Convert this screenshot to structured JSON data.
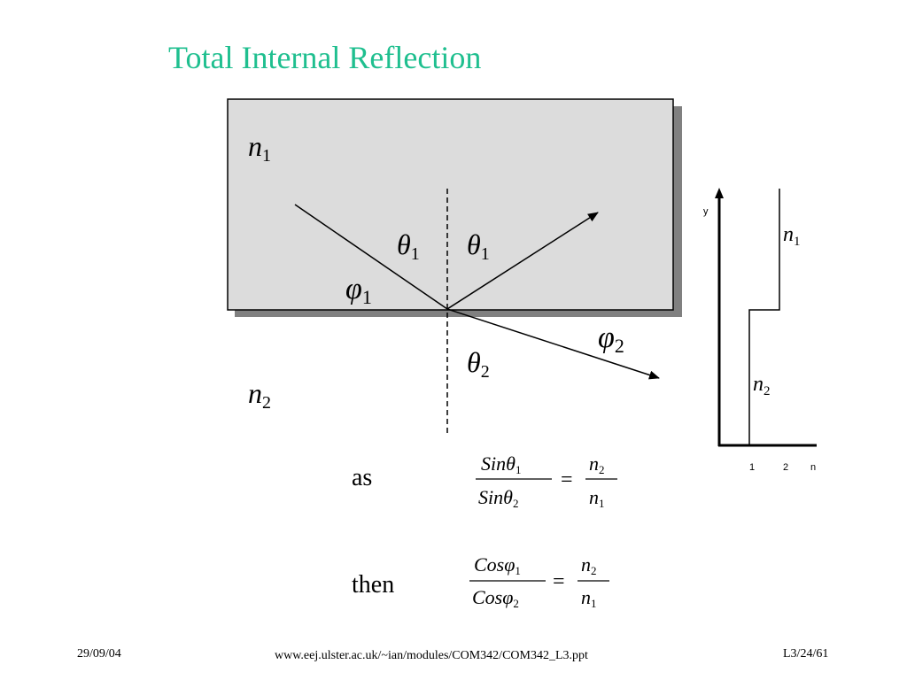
{
  "slide": {
    "title": "Total Internal Reflection"
  },
  "diagram": {
    "medium_upper": {
      "sym": "n",
      "sub": "1"
    },
    "medium_lower": {
      "sym": "n",
      "sub": "2"
    },
    "angles": {
      "theta1": {
        "sym": "θ",
        "sub": "1"
      },
      "phi1": {
        "sym": "φ",
        "sub": "1"
      },
      "phi2": {
        "sym": "φ",
        "sub": "2"
      },
      "theta2": {
        "sym": "θ",
        "sub": "2"
      }
    }
  },
  "profile": {
    "y_label": "y",
    "x_ticks": [
      "1",
      "2",
      "n"
    ],
    "upper_label": {
      "sym": "n",
      "sub": "1"
    },
    "lower_label": {
      "sym": "n",
      "sub": "2"
    }
  },
  "equations": {
    "as_label": "as",
    "then_label": "then",
    "eq1": {
      "num": {
        "fn": "Sin",
        "sym": "θ",
        "sub": "1"
      },
      "den": {
        "fn": "Sin",
        "sym": "θ",
        "sub": "2"
      },
      "rhs_num": {
        "sym": "n",
        "sub": "2"
      },
      "rhs_den": {
        "sym": "n",
        "sub": "1"
      },
      "equals": "="
    },
    "eq2": {
      "num": {
        "fn": "Cos",
        "sym": "φ",
        "sub": "1"
      },
      "den": {
        "fn": "Cos",
        "sym": "φ",
        "sub": "2"
      },
      "rhs_num": {
        "sym": "n",
        "sub": "2"
      },
      "rhs_den": {
        "sym": "n",
        "sub": "1"
      },
      "equals": "="
    }
  },
  "footer": {
    "date": "29/09/04",
    "url": "www.eej.ulster.ac.uk/~ian/modules/COM342/COM342_L3.ppt",
    "page": "L3/24/61"
  },
  "colors": {
    "title": "#1fbf8f",
    "box_fill": "#dcdcdc",
    "box_shadow": "#808080"
  }
}
